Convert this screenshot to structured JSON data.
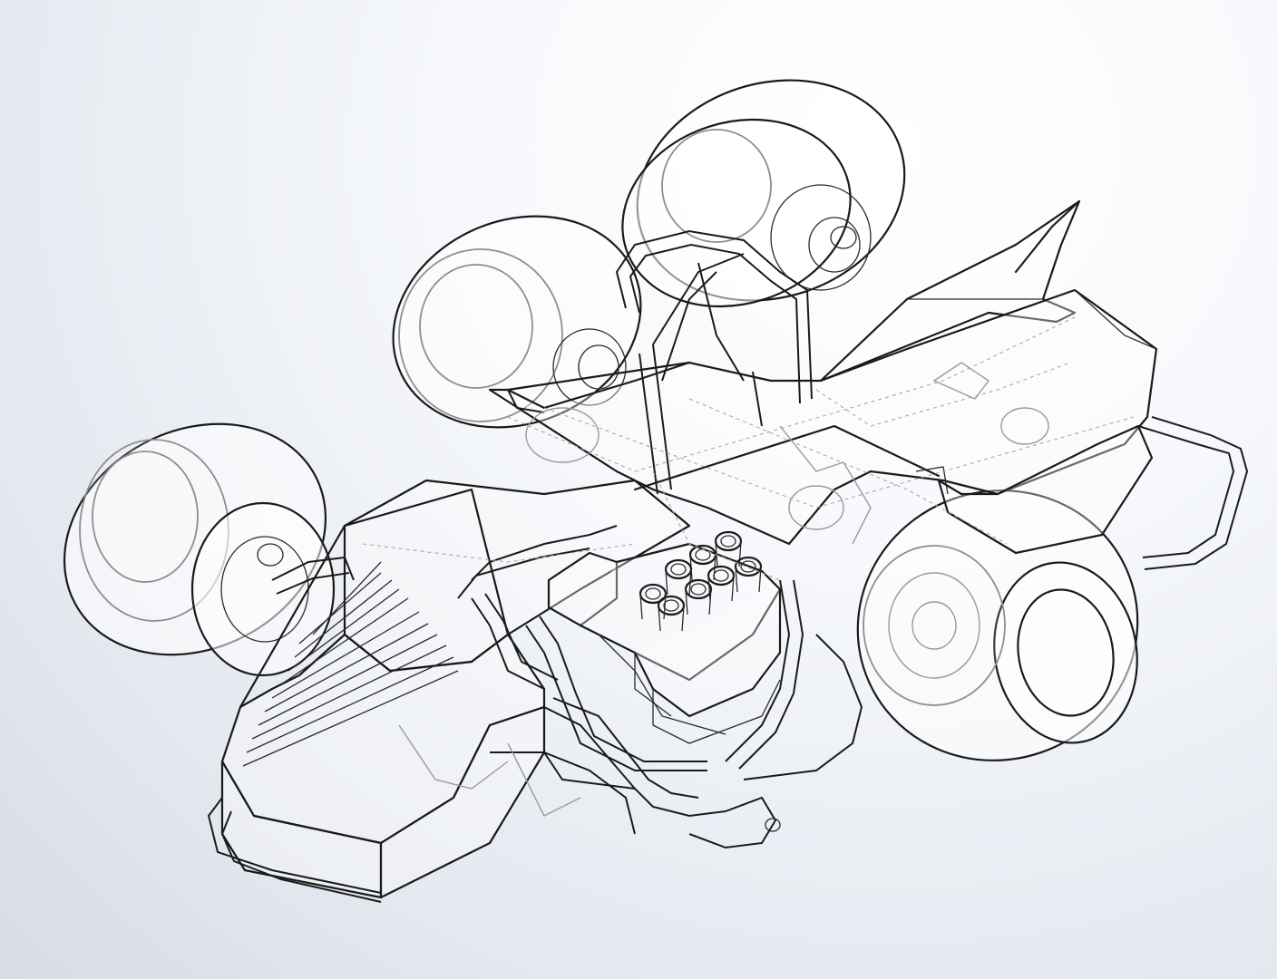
{
  "model": {
    "subject": "kart-chassis-wireframe",
    "icons": [
      "front-left-wheel",
      "rear-left-wheel",
      "rear-right-wheel",
      "front-right-wheel",
      "engine-intake-icon"
    ]
  }
}
